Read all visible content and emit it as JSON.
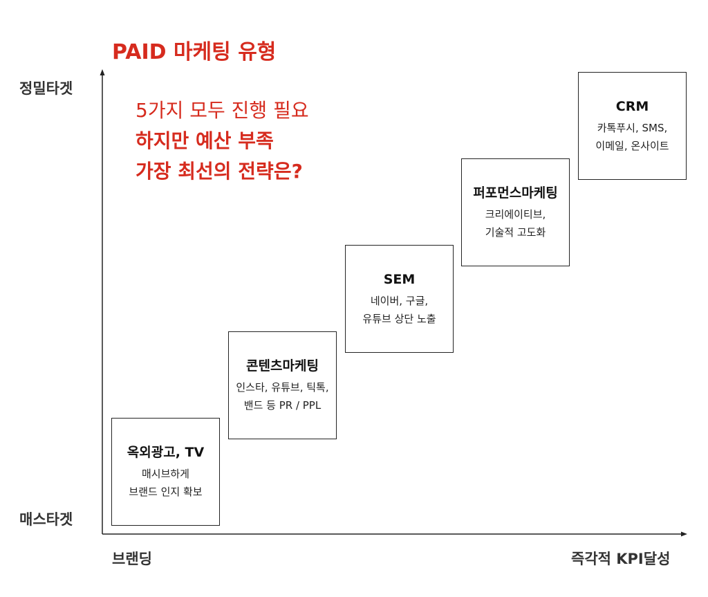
{
  "title": "PAID 마케팅 유형",
  "callout": {
    "line1": "5가지 모두 진행 필요",
    "line2": "하지만 예산 부족",
    "line3": "가장 최선의 전략은?"
  },
  "axes": {
    "y_top": "정밀타겟",
    "y_bottom": "매스타겟",
    "x_left": "브랜딩",
    "x_right": "즉각적 KPI달성"
  },
  "steps": [
    {
      "title": "옥외광고, TV",
      "line1": "매시브하게",
      "line2": "브랜드 인지 확보"
    },
    {
      "title": "콘텐츠마케팅",
      "line1": "인스타, 유튜브, 틱톡,",
      "line2": "밴드 등 PR / PPL"
    },
    {
      "title": "SEM",
      "line1": "네이버, 구글,",
      "line2": "유튜브 상단 노출"
    },
    {
      "title": "퍼포먼스마케팅",
      "line1": "크리에이티브,",
      "line2": "기술적 고도화"
    },
    {
      "title": "CRM",
      "line1": "카톡푸시, SMS,",
      "line2": "이메일, 온사이트"
    }
  ],
  "colors": {
    "accent": "#d62b1e",
    "axis": "#222222"
  }
}
